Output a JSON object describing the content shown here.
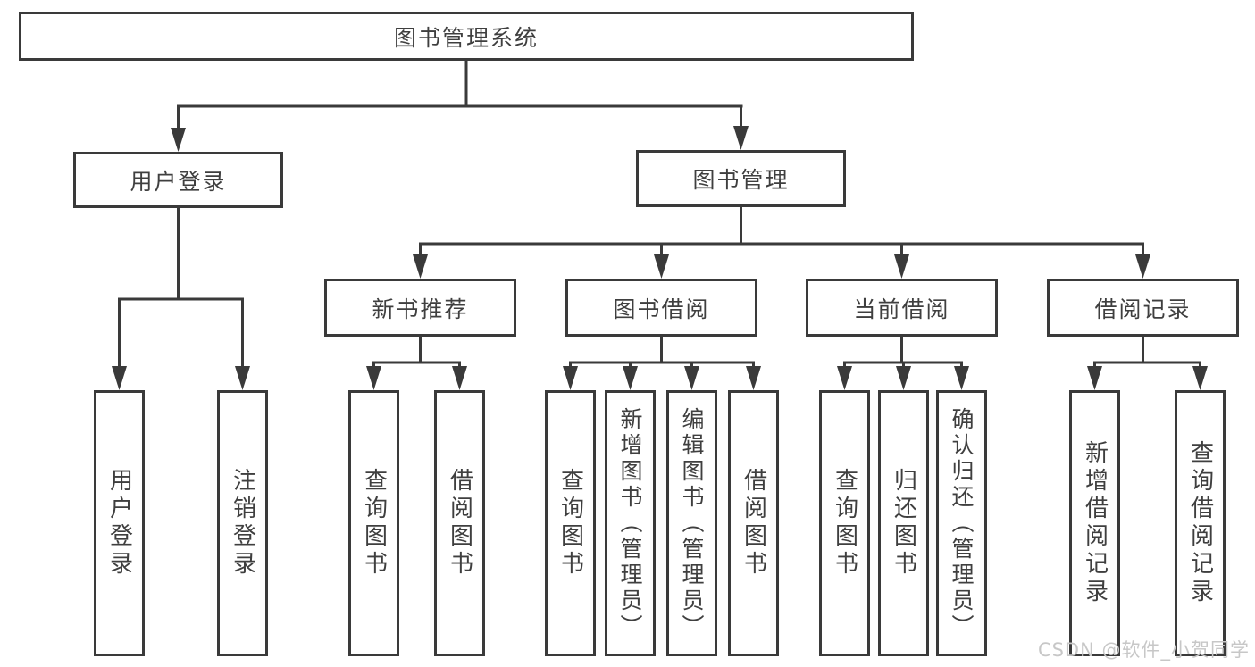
{
  "nodes": {
    "root": "图书管理系统",
    "user_login": "用户登录",
    "book_mgmt": "图书管理",
    "new_book_rec": "新书推荐",
    "book_borrow": "图书借阅",
    "current_borrow": "当前借阅",
    "borrow_records": "借阅记录",
    "leaf_user_login": "用户登录",
    "leaf_logout_login": "注销登录",
    "leaf_rec_query_book": "查询图书",
    "leaf_rec_borrow_book": "借阅图书",
    "leaf_bb_query_book": "查询图书",
    "leaf_bb_add_book": "新增图书（管理员）",
    "leaf_bb_edit_book": "编辑图书（管理员）",
    "leaf_bb_borrow_book": "借阅图书",
    "leaf_cb_query_book": "查询图书",
    "leaf_cb_return_book": "归还图书",
    "leaf_cb_confirm_return": "确认归还（管理员）",
    "leaf_br_add_record": "新增借阅记录",
    "leaf_br_query_record": "查询借阅记录"
  },
  "hierarchy": {
    "图书管理系统": {
      "用户登录": [
        "用户登录",
        "注销登录"
      ],
      "图书管理": {
        "新书推荐": [
          "查询图书",
          "借阅图书"
        ],
        "图书借阅": [
          "查询图书",
          "新增图书（管理员）",
          "编辑图书（管理员）",
          "借阅图书"
        ],
        "当前借阅": [
          "查询图书",
          "归还图书",
          "确认归还（管理员）"
        ],
        "借阅记录": [
          "新增借阅记录",
          "查询借阅记录"
        ]
      }
    }
  },
  "watermark": "CSDN @软件_小贺同学",
  "colors": {
    "line": "#3a3a3a",
    "text": "#3f3f3f",
    "background": "#ffffff",
    "watermark": "#c7c7c7"
  }
}
